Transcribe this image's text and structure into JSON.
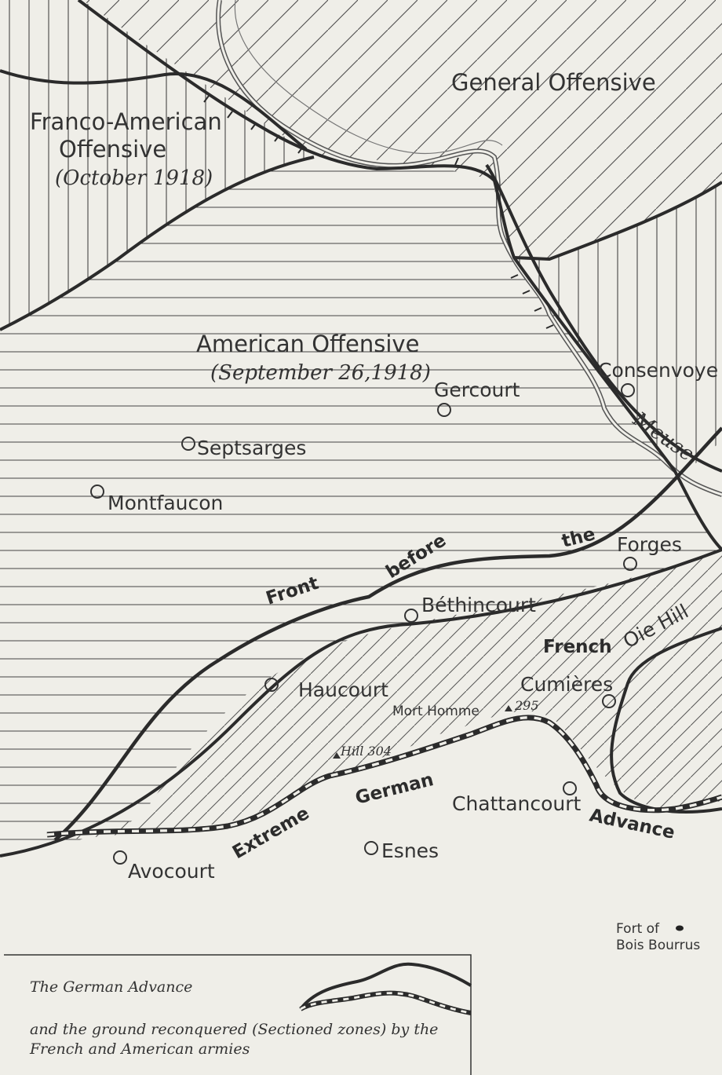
{
  "zones": {
    "general": "General Offensive",
    "franco_american": [
      "Franco-American",
      "Offensive",
      "(October 1918)"
    ],
    "american": [
      "American Offensive",
      "(September 26,1918)"
    ]
  },
  "places": {
    "gercourt": "Gercourt",
    "consenvoye": "Consenvoye",
    "septsarges": "Septsarges",
    "montfaucon": "Montfaucon",
    "forges": "Forges",
    "bethincourt": "Béthincourt",
    "haucourt": "Haucourt",
    "cumieres": "Cumières",
    "mort_homme": "Mort Homme",
    "chattancourt": "Chattancourt",
    "esnes": "Esnes",
    "avocourt": "Avocourt",
    "fort_bois_bourrus": [
      "Fort of",
      "Bois Bourrus"
    ]
  },
  "heights": {
    "hill_304": "Hill 304",
    "h295": "295",
    "oie_hill": "Oie Hill"
  },
  "river": "Meuse",
  "front_line_words": [
    "Front",
    "before",
    "the",
    "French"
  ],
  "advance_line_words": [
    "Extreme",
    "German",
    "Advance"
  ],
  "legend": {
    "line1": "The German Advance",
    "line2": "and the ground reconquered (Sectioned zones) by the",
    "line3": "French and American armies"
  }
}
